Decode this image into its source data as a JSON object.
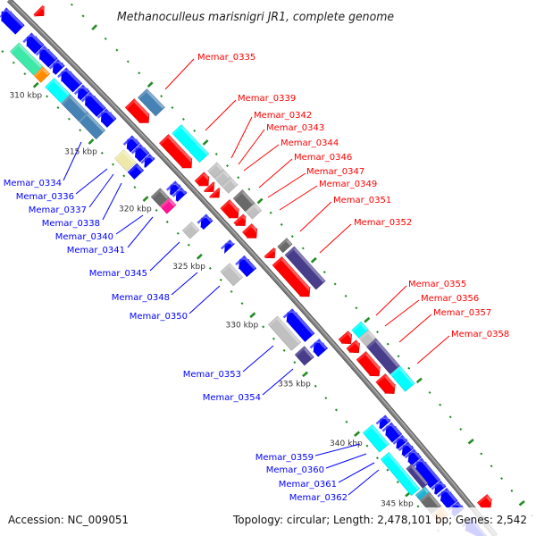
{
  "title": "Methanoculleus marisnigri JR1, complete genome",
  "footer": {
    "accession": "Accession: NC_009051",
    "summary": "Topology: circular; Length: 2,478,101 bp; Genes: 2,542"
  },
  "colors": {
    "forward_cds": "#ff0000",
    "reverse_cds": "#0000ff",
    "backbone": "#808080",
    "ticks": "#228b22",
    "forward_label": "#ff0000",
    "reverse_label": "#0000ff"
  },
  "kbp_ticks": [
    "310 kbp",
    "315 kbp",
    "320 kbp",
    "325 kbp",
    "330 kbp",
    "335 kbp",
    "340 kbp",
    "345 kbp"
  ],
  "tick_range_kbp": [
    303,
    352
  ],
  "labels": [
    {
      "text": "Memar_0335",
      "strand": "+"
    },
    {
      "text": "Memar_0339",
      "strand": "+"
    },
    {
      "text": "Memar_0342",
      "strand": "+"
    },
    {
      "text": "Memar_0343",
      "strand": "+"
    },
    {
      "text": "Memar_0344",
      "strand": "+"
    },
    {
      "text": "Memar_0346",
      "strand": "+"
    },
    {
      "text": "Memar_0347",
      "strand": "+"
    },
    {
      "text": "Memar_0349",
      "strand": "+"
    },
    {
      "text": "Memar_0351",
      "strand": "+"
    },
    {
      "text": "Memar_0352",
      "strand": "+"
    },
    {
      "text": "Memar_0355",
      "strand": "+"
    },
    {
      "text": "Memar_0356",
      "strand": "+"
    },
    {
      "text": "Memar_0357",
      "strand": "+"
    },
    {
      "text": "Memar_0358",
      "strand": "+"
    },
    {
      "text": "Memar_0334",
      "strand": "-"
    },
    {
      "text": "Memar_0336",
      "strand": "-"
    },
    {
      "text": "Memar_0337",
      "strand": "-"
    },
    {
      "text": "Memar_0338",
      "strand": "-"
    },
    {
      "text": "Memar_0340",
      "strand": "-"
    },
    {
      "text": "Memar_0341",
      "strand": "-"
    },
    {
      "text": "Memar_0345",
      "strand": "-"
    },
    {
      "text": "Memar_0348",
      "strand": "-"
    },
    {
      "text": "Memar_0350",
      "strand": "-"
    },
    {
      "text": "Memar_0353",
      "strand": "-"
    },
    {
      "text": "Memar_0354",
      "strand": "-"
    },
    {
      "text": "Memar_0359",
      "strand": "-"
    },
    {
      "text": "Memar_0360",
      "strand": "-"
    },
    {
      "text": "Memar_0361",
      "strand": "-"
    },
    {
      "text": "Memar_0362",
      "strand": "-"
    }
  ],
  "features": [
    {
      "start": 305.2,
      "end": 306.8,
      "strand": "-",
      "track": "cds",
      "color": "#0000ff"
    },
    {
      "start": 307.45,
      "end": 308.55,
      "strand": "-",
      "track": "cds",
      "color": "#0000ff"
    },
    {
      "start": 308.6,
      "end": 309.75,
      "strand": "-",
      "track": "cds",
      "color": "#0000ff"
    },
    {
      "start": 309.8,
      "end": 310.4,
      "strand": "-",
      "track": "cds",
      "color": "#0000ff"
    },
    {
      "start": 310.55,
      "end": 311.95,
      "strand": "-",
      "track": "cds",
      "color": "#0000ff"
    },
    {
      "start": 312.05,
      "end": 312.65,
      "strand": "-",
      "track": "cds",
      "color": "#0000ff"
    },
    {
      "start": 312.7,
      "end": 314.1,
      "strand": "-",
      "track": "cds",
      "color": "#0000ff"
    },
    {
      "start": 314.15,
      "end": 315.05,
      "strand": "-",
      "track": "cds",
      "color": "#0000ff"
    },
    {
      "start": 316.5,
      "end": 317.2,
      "strand": "-",
      "track": "cds",
      "color": "#0000ff"
    },
    {
      "start": 317.25,
      "end": 318.05,
      "strand": "-",
      "track": "cds",
      "color": "#0000ff"
    },
    {
      "start": 318.1,
      "end": 318.55,
      "strand": "-",
      "track": "cds",
      "color": "#0000ff"
    },
    {
      "start": 320.45,
      "end": 320.95,
      "strand": "-",
      "track": "cds",
      "color": "#0000ff"
    },
    {
      "start": 321.0,
      "end": 321.5,
      "strand": "-",
      "track": "cds",
      "color": "#0000ff"
    },
    {
      "start": 323.3,
      "end": 323.9,
      "strand": "-",
      "track": "cds",
      "color": "#0000ff"
    },
    {
      "start": 325.5,
      "end": 325.9,
      "strand": "-",
      "track": "cds",
      "color": "#0000ff"
    },
    {
      "start": 326.85,
      "end": 327.95,
      "strand": "-",
      "track": "cds",
      "color": "#0000ff"
    },
    {
      "start": 331.35,
      "end": 333.45,
      "strand": "-",
      "track": "cds",
      "color": "#0000ff"
    },
    {
      "start": 333.9,
      "end": 334.7,
      "strand": "-",
      "track": "cds",
      "color": "#0000ff"
    },
    {
      "start": 340.25,
      "end": 340.75,
      "strand": "-",
      "track": "cds",
      "color": "#0000ff"
    },
    {
      "start": 340.85,
      "end": 341.85,
      "strand": "-",
      "track": "cds",
      "color": "#0000ff"
    },
    {
      "start": 341.9,
      "end": 342.4,
      "strand": "-",
      "track": "cds",
      "color": "#0000ff"
    },
    {
      "start": 342.45,
      "end": 343.0,
      "strand": "-",
      "track": "cds",
      "color": "#0000ff"
    },
    {
      "start": 343.05,
      "end": 343.75,
      "strand": "-",
      "track": "cds",
      "color": "#0000ff"
    },
    {
      "start": 343.8,
      "end": 345.6,
      "strand": "-",
      "track": "cds",
      "color": "#0000ff"
    },
    {
      "start": 345.65,
      "end": 346.15,
      "strand": "-",
      "track": "cds",
      "color": "#0000ff"
    },
    {
      "start": 346.25,
      "end": 347.3,
      "strand": "-",
      "track": "cds",
      "color": "#0000ff"
    },
    {
      "start": 347.35,
      "end": 347.95,
      "strand": "-",
      "track": "cds",
      "color": "#0000ff"
    },
    {
      "start": 348.7,
      "end": 350.2,
      "strand": "-",
      "track": "cds",
      "color": "#0000ff"
    },
    {
      "start": 306.75,
      "end": 307.25,
      "strand": "+",
      "track": "cds",
      "color": "#ff0000"
    },
    {
      "start": 314.95,
      "end": 316.65,
      "strand": "+",
      "track": "cds",
      "color": "#ff0000"
    },
    {
      "start": 318.05,
      "end": 320.55,
      "strand": "+",
      "track": "cds",
      "color": "#ff0000"
    },
    {
      "start": 321.3,
      "end": 322.1,
      "strand": "+",
      "track": "cds",
      "color": "#ff0000"
    },
    {
      "start": 322.15,
      "end": 322.6,
      "strand": "+",
      "track": "cds",
      "color": "#ff0000"
    },
    {
      "start": 322.65,
      "end": 323.1,
      "strand": "+",
      "track": "cds",
      "color": "#ff0000"
    },
    {
      "start": 323.65,
      "end": 324.85,
      "strand": "+",
      "track": "cds",
      "color": "#ff0000"
    },
    {
      "start": 324.9,
      "end": 325.5,
      "strand": "+",
      "track": "cds",
      "color": "#ff0000"
    },
    {
      "start": 325.7,
      "end": 326.55,
      "strand": "+",
      "track": "cds",
      "color": "#ff0000"
    },
    {
      "start": 327.75,
      "end": 328.25,
      "strand": "+",
      "track": "cds",
      "color": "#ff0000"
    },
    {
      "start": 328.5,
      "end": 331.5,
      "strand": "+",
      "track": "cds",
      "color": "#ff0000"
    },
    {
      "start": 334.75,
      "end": 335.45,
      "strand": "+",
      "track": "cds",
      "color": "#ff0000"
    },
    {
      "start": 335.5,
      "end": 336.2,
      "strand": "+",
      "track": "cds",
      "color": "#ff0000"
    },
    {
      "start": 336.45,
      "end": 338.15,
      "strand": "+",
      "track": "cds",
      "color": "#ff0000"
    },
    {
      "start": 338.3,
      "end": 339.6,
      "strand": "+",
      "track": "cds",
      "color": "#ff0000"
    },
    {
      "start": 348.2,
      "end": 349.0,
      "strand": "+",
      "track": "cds",
      "color": "#ff0000"
    },
    {
      "start": 307.35,
      "end": 309.45,
      "strand": "-",
      "track": "cog",
      "color": "#3de8a8"
    },
    {
      "start": 309.5,
      "end": 310.1,
      "strand": "-",
      "track": "cog",
      "color": "#ff8c00"
    },
    {
      "start": 310.5,
      "end": 311.9,
      "strand": "-",
      "track": "cog",
      "color": "#00ffff"
    },
    {
      "start": 311.95,
      "end": 313.5,
      "strand": "-",
      "track": "cog",
      "color": "#4682b4"
    },
    {
      "start": 313.5,
      "end": 315.1,
      "strand": "-",
      "track": "cog",
      "color": "#4682b4"
    },
    {
      "start": 316.8,
      "end": 317.9,
      "strand": "-",
      "track": "cog",
      "color": "#eee8aa"
    },
    {
      "start": 318.0,
      "end": 318.6,
      "strand": "-",
      "track": "cog",
      "color": "#0000ff"
    },
    {
      "start": 320.15,
      "end": 320.95,
      "strand": "-",
      "track": "cog",
      "color": "#696969"
    },
    {
      "start": 321.0,
      "end": 321.6,
      "strand": "-",
      "track": "cog",
      "color": "#ff1493"
    },
    {
      "start": 323.05,
      "end": 323.75,
      "strand": "-",
      "track": "cog",
      "color": "#c0c0c0"
    },
    {
      "start": 326.6,
      "end": 327.8,
      "strand": "-",
      "track": "cog",
      "color": "#c0c0c0"
    },
    {
      "start": 331.1,
      "end": 333.3,
      "strand": "-",
      "track": "cog",
      "color": "#c0c0c0"
    },
    {
      "start": 333.65,
      "end": 334.55,
      "strand": "-",
      "track": "cog",
      "color": "#483d8b"
    },
    {
      "start": 340.2,
      "end": 341.8,
      "strand": "-",
      "track": "cog",
      "color": "#00ffff"
    },
    {
      "start": 342.2,
      "end": 345.2,
      "strand": "-",
      "track": "cog_outer",
      "color": "#00ffff"
    },
    {
      "start": 343.7,
      "end": 345.3,
      "strand": "-",
      "track": "cog_inner",
      "color": "#483d8b"
    },
    {
      "start": 345.35,
      "end": 345.75,
      "strand": "-",
      "track": "cog",
      "color": "#20b0d0"
    },
    {
      "start": 345.8,
      "end": 346.9,
      "strand": "-",
      "track": "cog",
      "color": "#696969"
    },
    {
      "start": 347.0,
      "end": 347.6,
      "strand": "-",
      "track": "cog",
      "color": "#ffa040"
    },
    {
      "start": 315.05,
      "end": 316.65,
      "strand": "+",
      "track": "cog",
      "color": "#4682b4"
    },
    {
      "start": 318.15,
      "end": 320.65,
      "strand": "+",
      "track": "cog",
      "color": "#00ffff"
    },
    {
      "start": 321.4,
      "end": 322.0,
      "strand": "+",
      "track": "cog",
      "color": "#c0c0c0"
    },
    {
      "start": 322.05,
      "end": 322.65,
      "strand": "+",
      "track": "cog",
      "color": "#c0c0c0"
    },
    {
      "start": 322.7,
      "end": 323.3,
      "strand": "+",
      "track": "cog",
      "color": "#c0c0c0"
    },
    {
      "start": 323.75,
      "end": 324.85,
      "strand": "+",
      "track": "cog",
      "color": "#696969"
    },
    {
      "start": 324.9,
      "end": 325.5,
      "strand": "+",
      "track": "cog",
      "color": "#c0c0c0"
    },
    {
      "start": 327.85,
      "end": 328.35,
      "strand": "+",
      "track": "cog",
      "color": "#696969"
    },
    {
      "start": 328.55,
      "end": 331.45,
      "strand": "+",
      "track": "cog",
      "color": "#483d8b"
    },
    {
      "start": 334.85,
      "end": 335.5,
      "strand": "+",
      "track": "cog",
      "color": "#00ffff"
    },
    {
      "start": 335.55,
      "end": 336.2,
      "strand": "+",
      "track": "cog",
      "color": "#c0c0c0"
    },
    {
      "start": 336.25,
      "end": 338.5,
      "strand": "+",
      "track": "cog",
      "color": "#483d8b"
    },
    {
      "start": 338.55,
      "end": 339.95,
      "strand": "+",
      "track": "cog",
      "color": "#00ffff"
    }
  ]
}
